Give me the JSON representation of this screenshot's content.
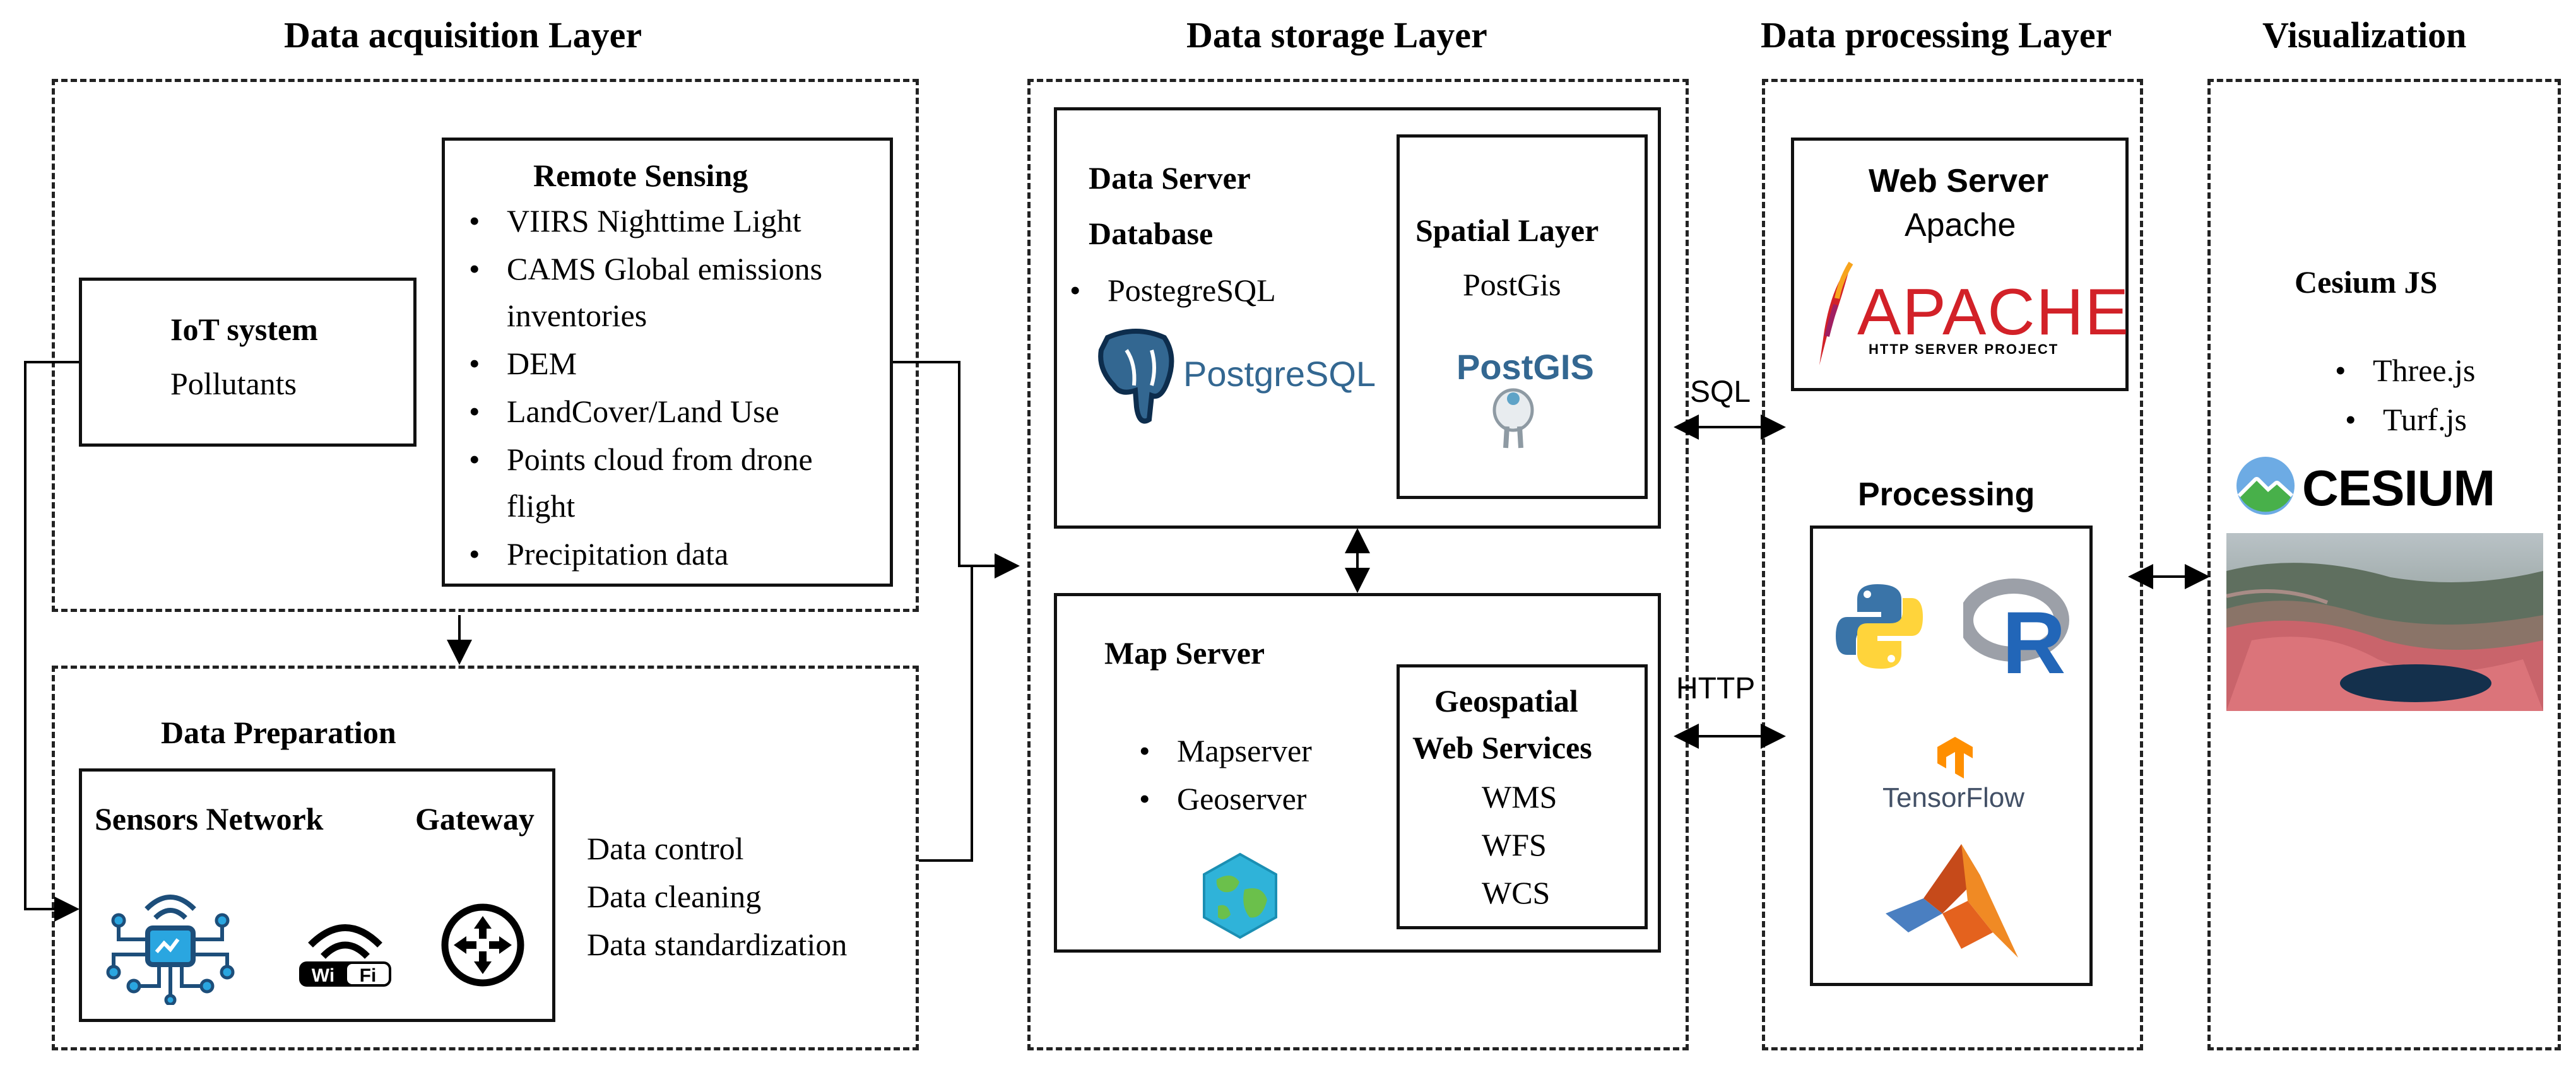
{
  "layers": {
    "acquisition": "Data acquisition Layer",
    "storage": "Data storage Layer",
    "processing": "Data processing Layer",
    "visualization": "Visualization"
  },
  "iot": {
    "title": "IoT system",
    "subtitle": "Pollutants"
  },
  "remote_sensing": {
    "title": "Remote Sensing",
    "items": [
      [
        "VIIRS Nighttime Light"
      ],
      [
        "CAMS Global emissions",
        "inventories"
      ],
      [
        "DEM"
      ],
      [
        "LandCover/Land Use"
      ],
      [
        "Points cloud from drone",
        "flight"
      ],
      [
        "Precipitation data"
      ]
    ]
  },
  "preparation": {
    "title": "Data Preparation",
    "sensors": "Sensors Network",
    "gateway": "Gateway",
    "wifi_label": "Wi-Fi",
    "steps": [
      "Data control",
      "Data cleaning",
      "Data standardization"
    ]
  },
  "data_server": {
    "title_line1": "Data Server",
    "title_line2": "Database",
    "item": "PostegreSQL",
    "logo": "PostgreSQL",
    "spatial_title": "Spatial Layer",
    "spatial_sub": "PostGis",
    "spatial_logo": "PostGIS"
  },
  "map_server": {
    "title": "Map Server",
    "items": [
      "Mapserver",
      "Geoserver"
    ],
    "geo_title_line1": "Geospatial",
    "geo_title_line2": "Web Services",
    "services": [
      "WMS",
      "WFS",
      "WCS"
    ]
  },
  "connectors": {
    "sql": "SQL",
    "http": "HTTP"
  },
  "web_server": {
    "title": "Web Server",
    "subtitle": "Apache",
    "logo": "APACHE",
    "logo_sub": "HTTP SERVER PROJECT"
  },
  "processing": {
    "title": "Processing",
    "tensorflow": "TensorFlow",
    "r_letter": "R"
  },
  "cesium": {
    "title": "Cesium JS",
    "items": [
      "Three.js",
      "Turf.js"
    ],
    "logo": "CESIUM"
  }
}
